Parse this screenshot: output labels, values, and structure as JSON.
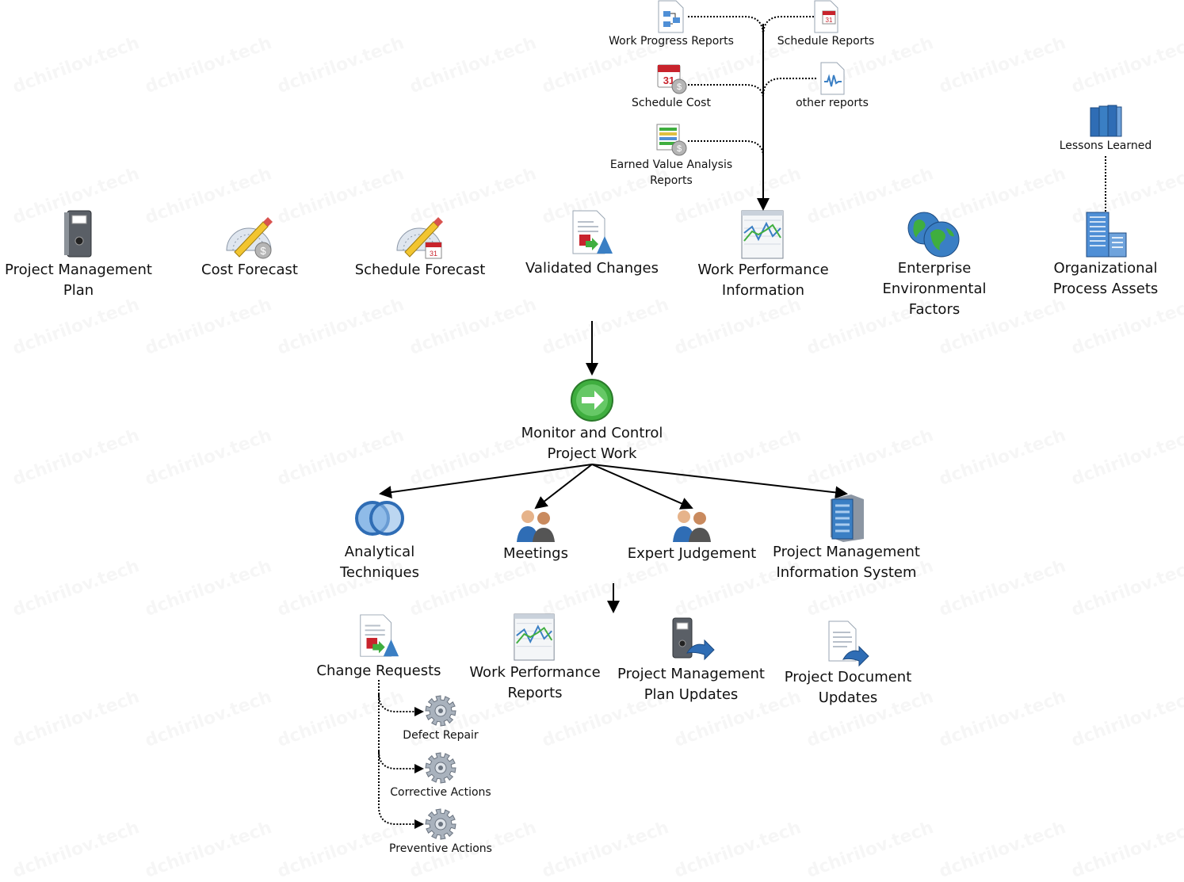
{
  "watermark": "dchirilov.tech",
  "inputs": {
    "pmp": "Project Management\nPlan",
    "cost_forecast": "Cost Forecast",
    "schedule_forecast": "Schedule Forecast",
    "validated_changes": "Validated Changes",
    "wpi": "Work Performance\nInformation",
    "eef": "Enterprise\nEnvironmental\nFactors",
    "opa": "Organizational\nProcess Assets"
  },
  "wpi_sources": {
    "work_progress_reports": "Work Progress Reports",
    "schedule_reports": "Schedule Reports",
    "schedule_cost": "Schedule Cost",
    "other_reports": "other reports",
    "earned_value_reports": "Earned Value Analysis\nReports"
  },
  "opa_sources": {
    "lessons_learned": "Lessons Learned"
  },
  "process": {
    "name": "Monitor and Control\nProject Work"
  },
  "tools": {
    "analytical": "Analytical\nTechniques",
    "meetings": "Meetings",
    "expert": "Expert Judgement",
    "pmis": "Project Management\nInformation System"
  },
  "outputs": {
    "change_requests": "Change Requests",
    "wpr": "Work Performance\nReports",
    "pmp_updates": "Project Management\nPlan Updates",
    "doc_updates": "Project Document\nUpdates"
  },
  "change_request_types": {
    "defect_repair": "Defect Repair",
    "corrective": "Corrective Actions",
    "preventive": "Preventive Actions"
  },
  "icons": {
    "binder": "binder-icon",
    "protractor": "protractor-pencil-icon",
    "document_shapes": "document-shapes-icon",
    "chart": "chart-window-icon",
    "globe": "globe-icon",
    "building": "office-building-icon",
    "books": "books-icon",
    "arrow": "green-arrow-icon",
    "circles": "overlapping-circles-icon",
    "people": "people-icon",
    "server": "server-icon",
    "gear": "gear-icon",
    "document_arrow": "document-arrow-icon",
    "calendar": "calendar-icon"
  },
  "colors": {
    "accent_blue": "#3a7fc4",
    "accent_green": "#3fae3f",
    "accent_red": "#c8232c",
    "line": "#000000"
  }
}
